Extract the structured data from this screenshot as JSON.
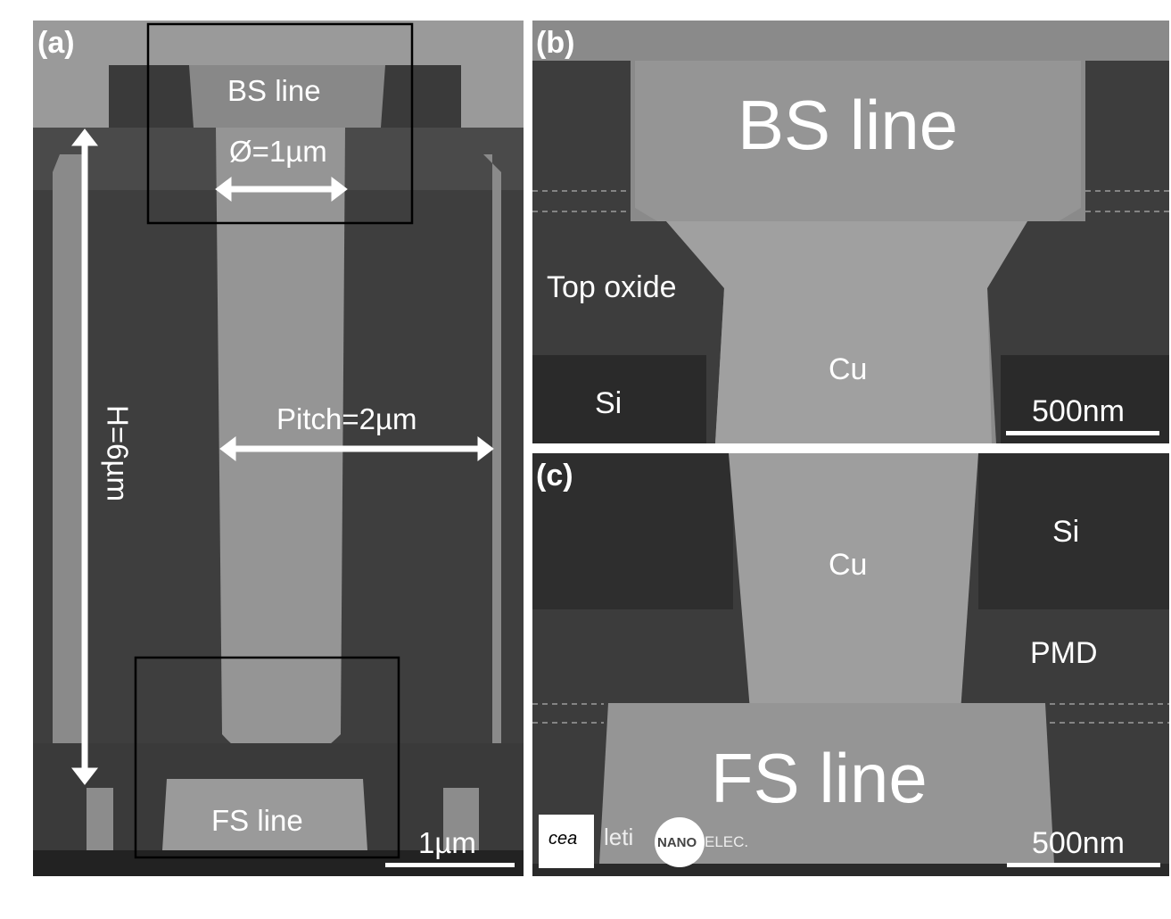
{
  "panel_a": {
    "label": "(a)",
    "bs_line": "BS line",
    "diameter": "Ø=1µm",
    "pitch": "Pitch=2µm",
    "height": "H=6µm",
    "fs_line": "FS line",
    "scale_bar": "1µm"
  },
  "panel_b": {
    "label": "(b)",
    "bs_line": "BS line",
    "top_oxide": "Top oxide",
    "si": "Si",
    "cu": "Cu",
    "scale_bar": "500nm"
  },
  "panel_c": {
    "label": "(c)",
    "cu": "Cu",
    "si": "Si",
    "pmd": "PMD",
    "fs_line": "FS line",
    "scale_bar": "500nm"
  },
  "logos": {
    "cea": "cea",
    "leti": "leti",
    "nano": "NANO",
    "elec": "ELEC."
  }
}
